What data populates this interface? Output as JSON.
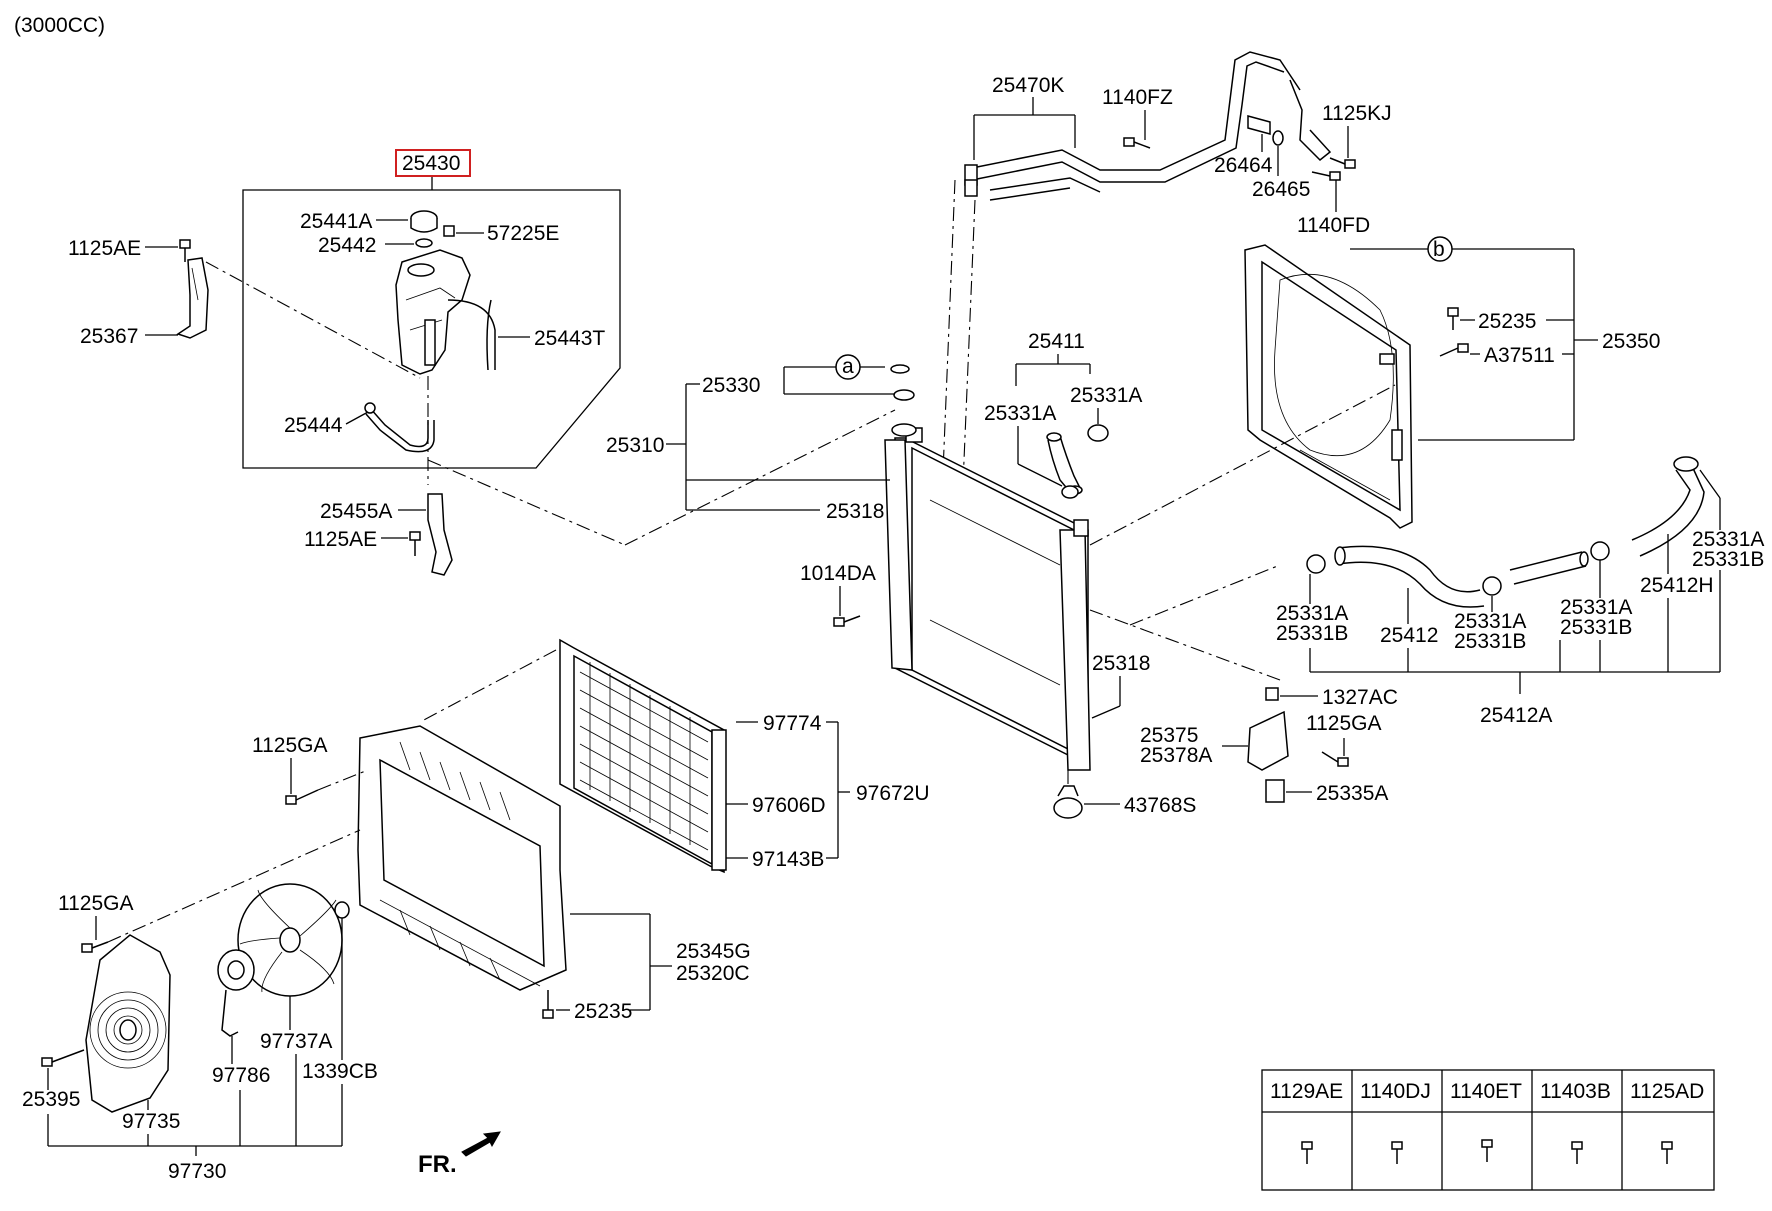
{
  "engine_note": "(3000CC)",
  "direction_label": "FR.",
  "callouts": {
    "a": "a",
    "b": "b"
  },
  "highlighted_part": "25430",
  "labels": {
    "p25430": "25430",
    "p25441A": "25441A",
    "p25442": "25442",
    "p57225E": "57225E",
    "p1125AE_top": "1125AE",
    "p25367": "25367",
    "p25443T": "25443T",
    "p25444": "25444",
    "p25455A": "25455A",
    "p1125AE_bot": "1125AE",
    "p25470K": "25470K",
    "p1140FZ": "1140FZ",
    "p1125KJ": "1125KJ",
    "p26464": "26464",
    "p26465": "26465",
    "p1140FD": "1140FD",
    "p25330": "25330",
    "p25310": "25310",
    "p25318_top": "25318",
    "p25318_right": "25318",
    "p1014DA": "1014DA",
    "p25411": "25411",
    "p25331A_1": "25331A",
    "p25331A_2": "25331A",
    "p25235_top": "25235",
    "p25350": "25350",
    "pA37511": "A37511",
    "p25331A_3": "25331A",
    "p25331B_3": "25331B",
    "p25412H": "25412H",
    "p25331A_4": "25331A",
    "p25331B_4": "25331B",
    "p25412": "25412",
    "p25331A_5": "25331A",
    "p25331B_5": "25331B",
    "p25331A_6": "25331A",
    "p25331B_6": "25331B",
    "p25412A": "25412A",
    "p1327AC": "1327AC",
    "p25375": "25375",
    "p25378A": "25378A",
    "p1125GA_right": "1125GA",
    "p25335A": "25335A",
    "p43768S": "43768S",
    "p97774": "97774",
    "p97606D": "97606D",
    "p97672U": "97672U",
    "p97143B": "97143B",
    "p1125GA_mid": "1125GA",
    "p1125GA_left": "1125GA",
    "p25345G": "25345G",
    "p25320C": "25320C",
    "p25235_bot": "25235",
    "p97737A": "97737A",
    "p97786": "97786",
    "p1339CB": "1339CB",
    "p25395": "25395",
    "p97735": "97735",
    "p97730": "97730"
  },
  "fastener_table": {
    "columns": [
      "1129AE",
      "1140DJ",
      "1140ET",
      "11403B",
      "1125AD"
    ],
    "icon": "bolt-icon"
  }
}
